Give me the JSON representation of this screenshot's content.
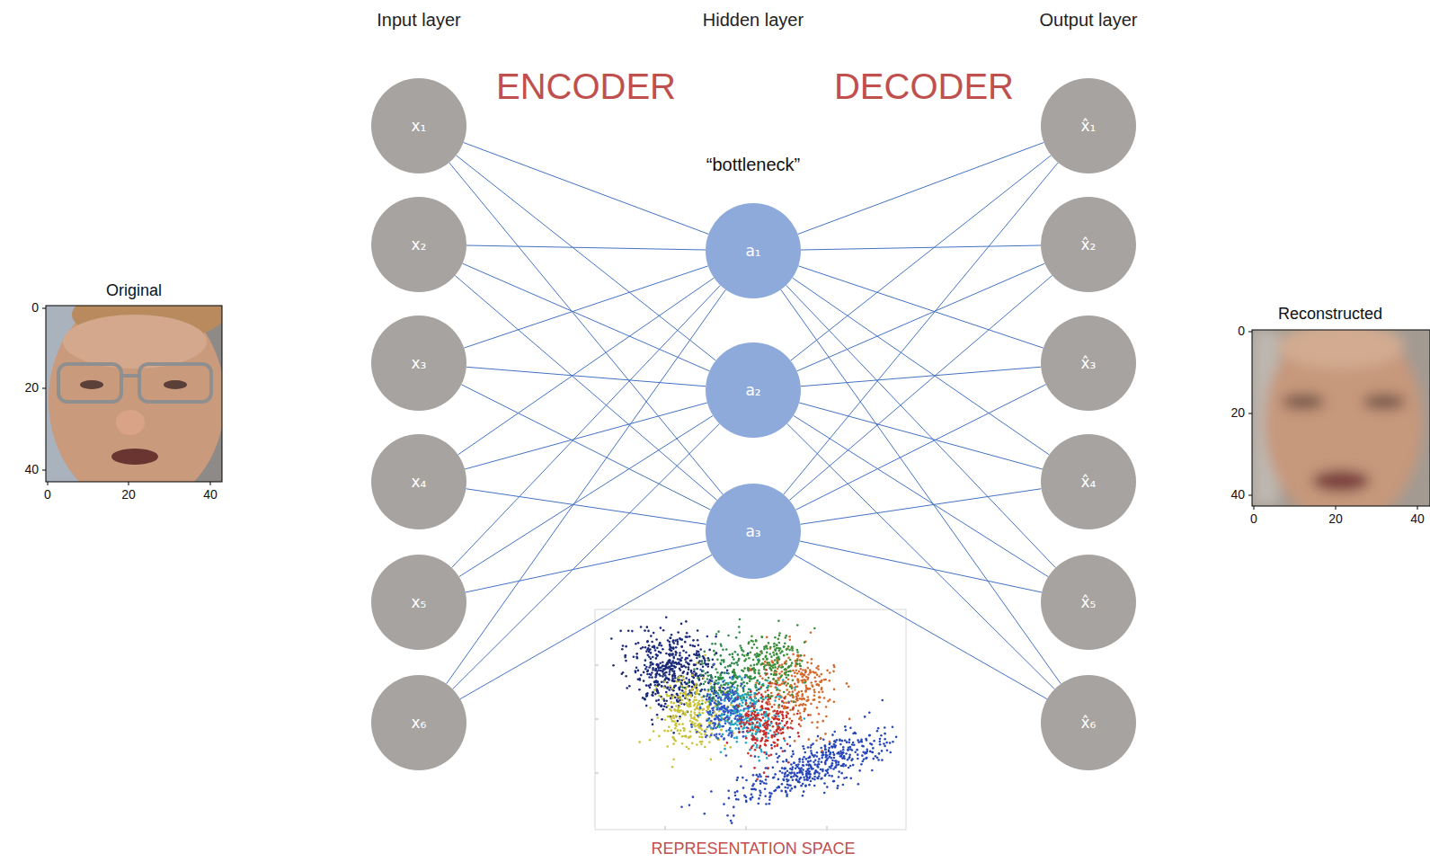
{
  "diagram": {
    "nodes": [
      {
        "text": [
          "x₁"
        ]
      },
      {
        "text": [
          "x₂"
        ]
      },
      {
        "text": [
          "x₃"
        ]
      },
      {
        "text": [
          "x₄"
        ]
      },
      {
        "text": [
          "x₅"
        ]
      },
      {
        "text": [
          "x₆"
        ]
      },
      {
        "text": [
          "a₁"
        ]
      },
      {
        "text": [
          "a₂"
        ]
      },
      {
        "text": [
          "a₃"
        ]
      },
      {
        "text": [
          "x̂₁"
        ]
      },
      {
        "text": [
          "x̂₂"
        ]
      },
      {
        "text": [
          "x̂₃"
        ]
      },
      {
        "text": [
          "x̂₄"
        ]
      },
      {
        "text": [
          "x̂₅"
        ]
      },
      {
        "text": [
          "x̂₆"
        ]
      }
    ],
    "edges": [
      {
        "from": 0,
        "to": 6,
        "arrow": "none"
      },
      {
        "from": 0,
        "to": 7,
        "arrow": "none"
      },
      {
        "from": 0,
        "to": 8,
        "arrow": "none"
      },
      {
        "from": 1,
        "to": 6,
        "arrow": "none"
      },
      {
        "from": 1,
        "to": 7,
        "arrow": "none"
      },
      {
        "from": 1,
        "to": 8,
        "arrow": "none"
      },
      {
        "from": 2,
        "to": 6,
        "arrow": "none"
      },
      {
        "from": 2,
        "to": 7,
        "arrow": "none"
      },
      {
        "from": 2,
        "to": 8,
        "arrow": "none"
      },
      {
        "from": 3,
        "to": 6,
        "arrow": "none"
      },
      {
        "from": 3,
        "to": 7,
        "arrow": "none"
      },
      {
        "from": 3,
        "to": 8,
        "arrow": "none"
      },
      {
        "from": 4,
        "to": 6,
        "arrow": "none"
      },
      {
        "from": 4,
        "to": 7,
        "arrow": "none"
      },
      {
        "from": 4,
        "to": 8,
        "arrow": "none"
      },
      {
        "from": 5,
        "to": 6,
        "arrow": "none"
      },
      {
        "from": 5,
        "to": 7,
        "arrow": "none"
      },
      {
        "from": 5,
        "to": 8,
        "arrow": "none"
      },
      {
        "from": 6,
        "to": 9,
        "arrow": "none"
      },
      {
        "from": 6,
        "to": 10,
        "arrow": "none"
      },
      {
        "from": 6,
        "to": 11,
        "arrow": "none"
      },
      {
        "from": 6,
        "to": 12,
        "arrow": "none"
      },
      {
        "from": 6,
        "to": 13,
        "arrow": "none"
      },
      {
        "from": 6,
        "to": 14,
        "arrow": "none"
      },
      {
        "from": 7,
        "to": 9,
        "arrow": "none"
      },
      {
        "from": 7,
        "to": 10,
        "arrow": "none"
      },
      {
        "from": 7,
        "to": 11,
        "arrow": "none"
      },
      {
        "from": 7,
        "to": 12,
        "arrow": "none"
      },
      {
        "from": 7,
        "to": 13,
        "arrow": "none"
      },
      {
        "from": 7,
        "to": 14,
        "arrow": "none"
      },
      {
        "from": 8,
        "to": 9,
        "arrow": "none"
      },
      {
        "from": 8,
        "to": 10,
        "arrow": "none"
      },
      {
        "from": 8,
        "to": 11,
        "arrow": "none"
      },
      {
        "from": 8,
        "to": 12,
        "arrow": "none"
      },
      {
        "from": 8,
        "to": 13,
        "arrow": "none"
      },
      {
        "from": 8,
        "to": 14,
        "arrow": "none"
      }
    ],
    "labels": [
      "Input layer",
      "Hidden layer",
      "Output layer",
      "ENCODER",
      "DECODER",
      "“bottleneck”",
      "REPRESENTATION SPACE",
      "Original",
      "0",
      "20",
      "40",
      "0",
      "20",
      "40",
      "Reconstructed",
      "0",
      "20",
      "40",
      "0",
      "20",
      "40"
    ]
  }
}
